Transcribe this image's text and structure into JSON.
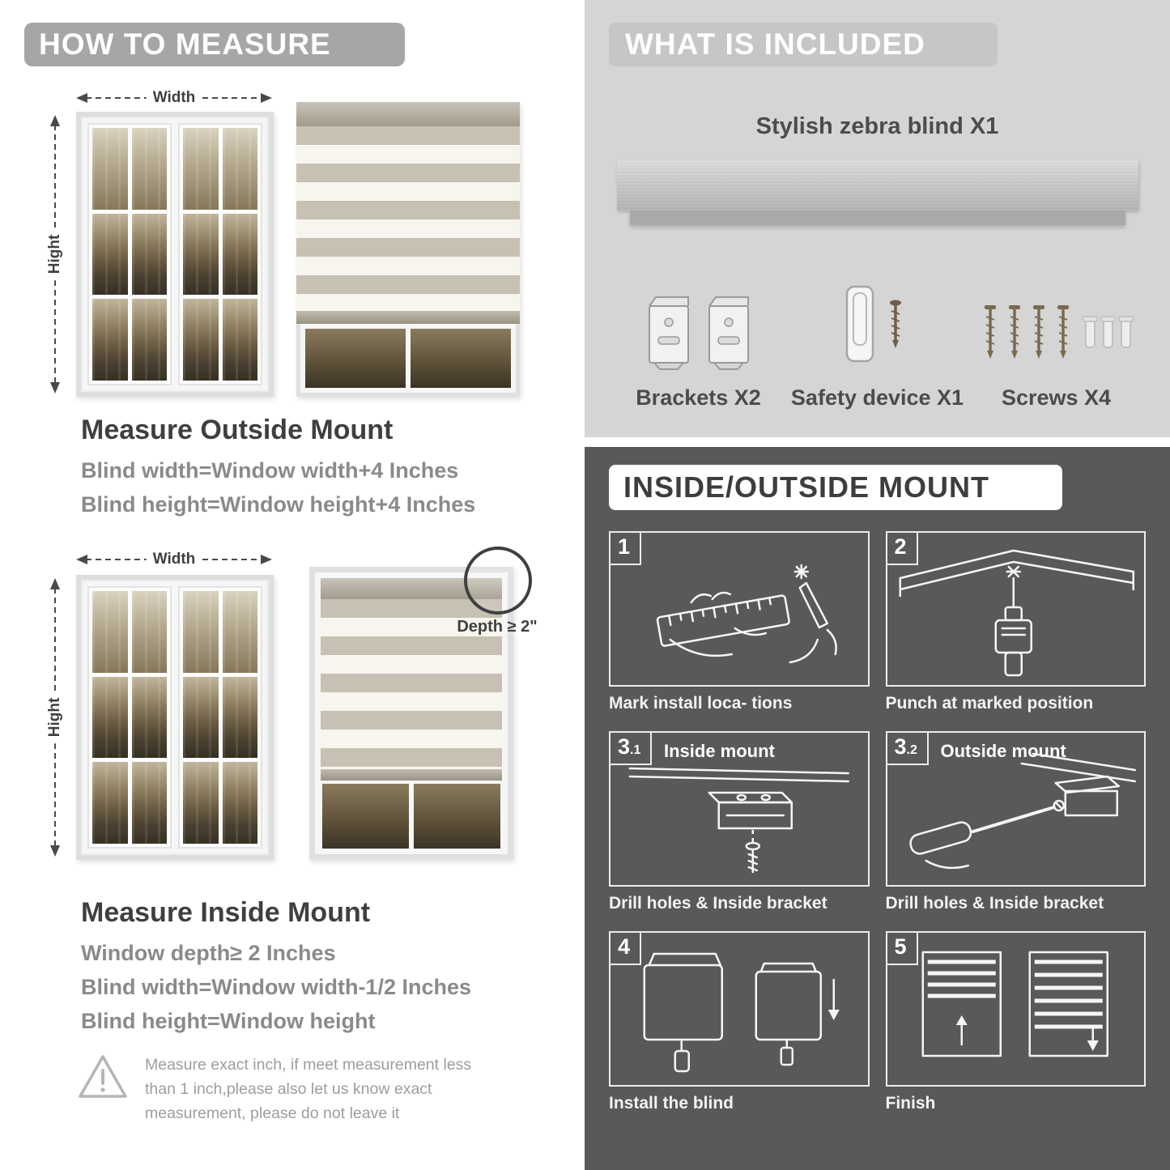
{
  "left": {
    "header": "HOW TO MEASURE",
    "outside": {
      "width_label": "Width",
      "height_label": "Hight",
      "title": "Measure Outside Mount",
      "lines": [
        "Blind width=Window width+4 Inches",
        "Blind height=Window height+4 Inches"
      ]
    },
    "inside": {
      "width_label": "Width",
      "height_label": "Hight",
      "depth_label": "Depth ≥ 2\"",
      "title": "Measure Inside Mount",
      "lines": [
        "Window depth≥ 2 Inches",
        "Blind width=Window width-1/2 Inches",
        "Blind height=Window height"
      ]
    },
    "note": "Measure exact inch, if meet measurement less than 1 inch,please also let us know exact measurement, please do not leave it"
  },
  "included": {
    "header": "WHAT IS INCLUDED",
    "blind_label": "Stylish zebra blind X1",
    "items": [
      {
        "label": "Brackets X2",
        "icon": "brackets-icon"
      },
      {
        "label": "Safety device X1",
        "icon": "safety-device-icon"
      },
      {
        "label": "Screws X4",
        "icon": "screws-icon"
      }
    ]
  },
  "mount": {
    "header": "INSIDE/OUTSIDE MOUNT",
    "steps": [
      {
        "num": "1",
        "sub": "",
        "title": "",
        "caption": "Mark install loca- tions"
      },
      {
        "num": "2",
        "sub": "",
        "title": "",
        "caption": "Punch at  marked position"
      },
      {
        "num": "3",
        "sub": ".1",
        "title": "Inside mount",
        "caption": "Drill holes &  Inside bracket"
      },
      {
        "num": "3",
        "sub": ".2",
        "title": "Outside mount",
        "caption": "Drill holes &  Inside bracket"
      },
      {
        "num": "4",
        "sub": "",
        "title": "",
        "caption": "Install the blind"
      },
      {
        "num": "5",
        "sub": "",
        "title": "",
        "caption": "Finish"
      }
    ]
  },
  "colors": {
    "left_banner": "#a6a6a6",
    "included_bg": "#d5d5d5",
    "mount_bg": "#595959",
    "heading_dark": "#3f3f3f",
    "formula_gray": "#8a8a8a",
    "stripe_gray": "#c7c1b3",
    "stripe_white": "#f8f5ee"
  }
}
